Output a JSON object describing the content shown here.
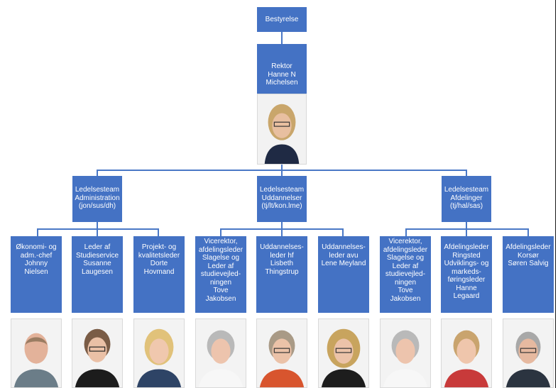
{
  "top": {
    "title": "Bestyrelse"
  },
  "rector": {
    "title": "Rektor",
    "name": "Hanne N\nMichelsen"
  },
  "teams": [
    {
      "title": "Ledelsesteam\nAdministration\n(jon/sus/dh)",
      "members": [
        {
          "title": "Økonomi- og\nadm.-chef",
          "name": "Johnny\nNielsen"
        },
        {
          "title": "Leder af\nStudieservice",
          "name": "Susanne\nLaugesen"
        },
        {
          "title": "Projekt- og\nkvalitetsleder",
          "name": "Dorte\nHovmand"
        }
      ]
    },
    {
      "title": "Ledelsesteam\nUddannelser\n(tj/lt/kon.lme)",
      "members": [
        {
          "title": "Vicerektor,\nafdelingsleder\nSlagelse og\nLeder af\nstudievejled-\nningen",
          "name": "Tove\nJakobsen"
        },
        {
          "title": "Uddannelses-\nleder hf",
          "name": "Lisbeth\nThingstrup"
        },
        {
          "title": "Uddannelses-\nleder avu",
          "name": "Lene Meyland"
        }
      ]
    },
    {
      "title": "Ledelsesteam\nAfdelinger\n(tj/hal/sas)",
      "members": [
        {
          "title": "Vicerektor,\nafdelingsleder\nSlagelse og\nLeder af\nstudievejled-\nningen",
          "name": "Tove\nJakobsen"
        },
        {
          "title": "Afdelingsleder\nRingsted",
          "name": "Udviklings- og\nmarkeds-\nføringsleder\nHanne\nLegaard"
        },
        {
          "title": "Afdelingsleder\nKorsør",
          "name": "Søren Salvig"
        }
      ]
    }
  ],
  "colors": {
    "box": "#4472c4",
    "line": "#4a78c6",
    "text": "#ffffff"
  },
  "icons": [
    "person-photo"
  ]
}
